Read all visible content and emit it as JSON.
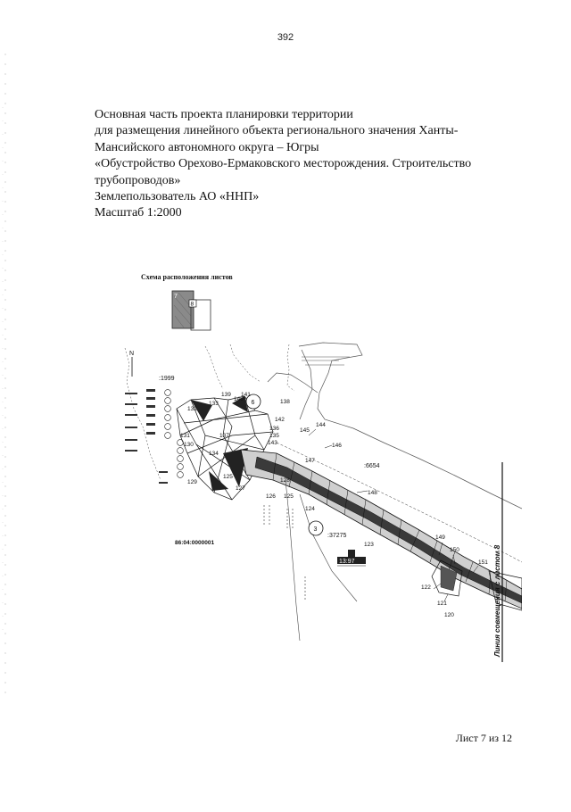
{
  "page_number": "392",
  "heading_lines": [
    "Основная часть проекта планировки территории",
    "для размещения линейного объекта регионального значения Ханты-",
    "Мансийского автономного округа – Югры",
    "«Обустройство Орехово-Ермаковского месторождения. Строительство",
    "трубопроводов»",
    "Землепользователь АО «ННП»",
    "Масштаб 1:2000"
  ],
  "scheme": {
    "title": "Схема расположения листов",
    "sheet_a": "7",
    "sheet_b": "8"
  },
  "map": {
    "north": "N",
    "parcels": {
      "p1999": ":1999",
      "p6654": ":6654",
      "p37275": ":37275"
    },
    "quarter": "86:04:0000001",
    "zone_label": "13:97",
    "circles": {
      "c6": "6",
      "c3": "3"
    },
    "points": {
      "p121": "121",
      "p122": "122",
      "p120": "120",
      "p123": "123",
      "p124": "124",
      "p125": "125",
      "p126": "126",
      "p127": "127",
      "p128": "128",
      "p129": "129",
      "p130": "130",
      "p131": "131",
      "p132": "132",
      "p133": "133",
      "p134": "134",
      "p135": "135",
      "p136": "136",
      "p137": "137",
      "p138": "138",
      "p139": "139",
      "p140": "140",
      "p141": "141",
      "p142": "142",
      "p143": "143",
      "p144": "144",
      "p145": "145",
      "p146": "146",
      "p147": "147",
      "p148": "148",
      "p149": "149",
      "p150": "150",
      "p151": "151"
    },
    "match_line": "Линия совмещения с листом 8"
  },
  "footer": "Лист 7 из 12"
}
